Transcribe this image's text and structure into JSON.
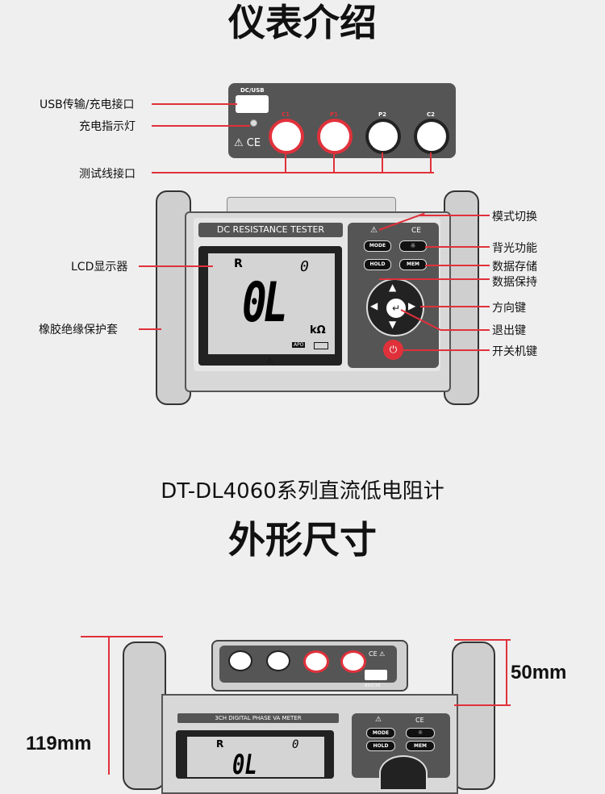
{
  "heading_top": "仪表介绍",
  "labels_left": {
    "usb": "USB传输/充电接口",
    "charge_led": "充电指示灯",
    "test_port": "测试线接口",
    "lcd": "LCD显示器",
    "rubber": "橡胶绝缘保护套"
  },
  "labels_right": {
    "mode": "模式切换",
    "backlight": "背光功能",
    "store": "数据存储",
    "hold": "数据保持",
    "arrows": "方向键",
    "exit": "退出键",
    "power": "开关机键"
  },
  "panel": {
    "dcusb": "DC/USB",
    "c1": "C1",
    "p1": "P1",
    "p2": "P2",
    "c2": "C2"
  },
  "device": {
    "banner": "DC RESISTANCE TESTER",
    "lcd_r": "R",
    "lcd_num": "0",
    "lcd_main": "0L",
    "lcd_unit": "kΩ",
    "lcd_apo": "APO",
    "btn_mode": "MODE",
    "btn_hold": "HOLD",
    "btn_mem": "MEM"
  },
  "series_title": "DT-DL4060系列直流低电阻计",
  "heading_bottom": "外形尺寸",
  "dims": {
    "depth": "50mm",
    "height": "119mm"
  },
  "device2": {
    "banner": "3CH DIGITAL PHASE VA METER",
    "lcd_r": "R",
    "lcd_num": "0",
    "lcd_main": "0L",
    "btn_mode": "MODE",
    "btn_hold": "HOLD",
    "btn_mem": "MEM",
    "port_label": "DC/USB"
  }
}
